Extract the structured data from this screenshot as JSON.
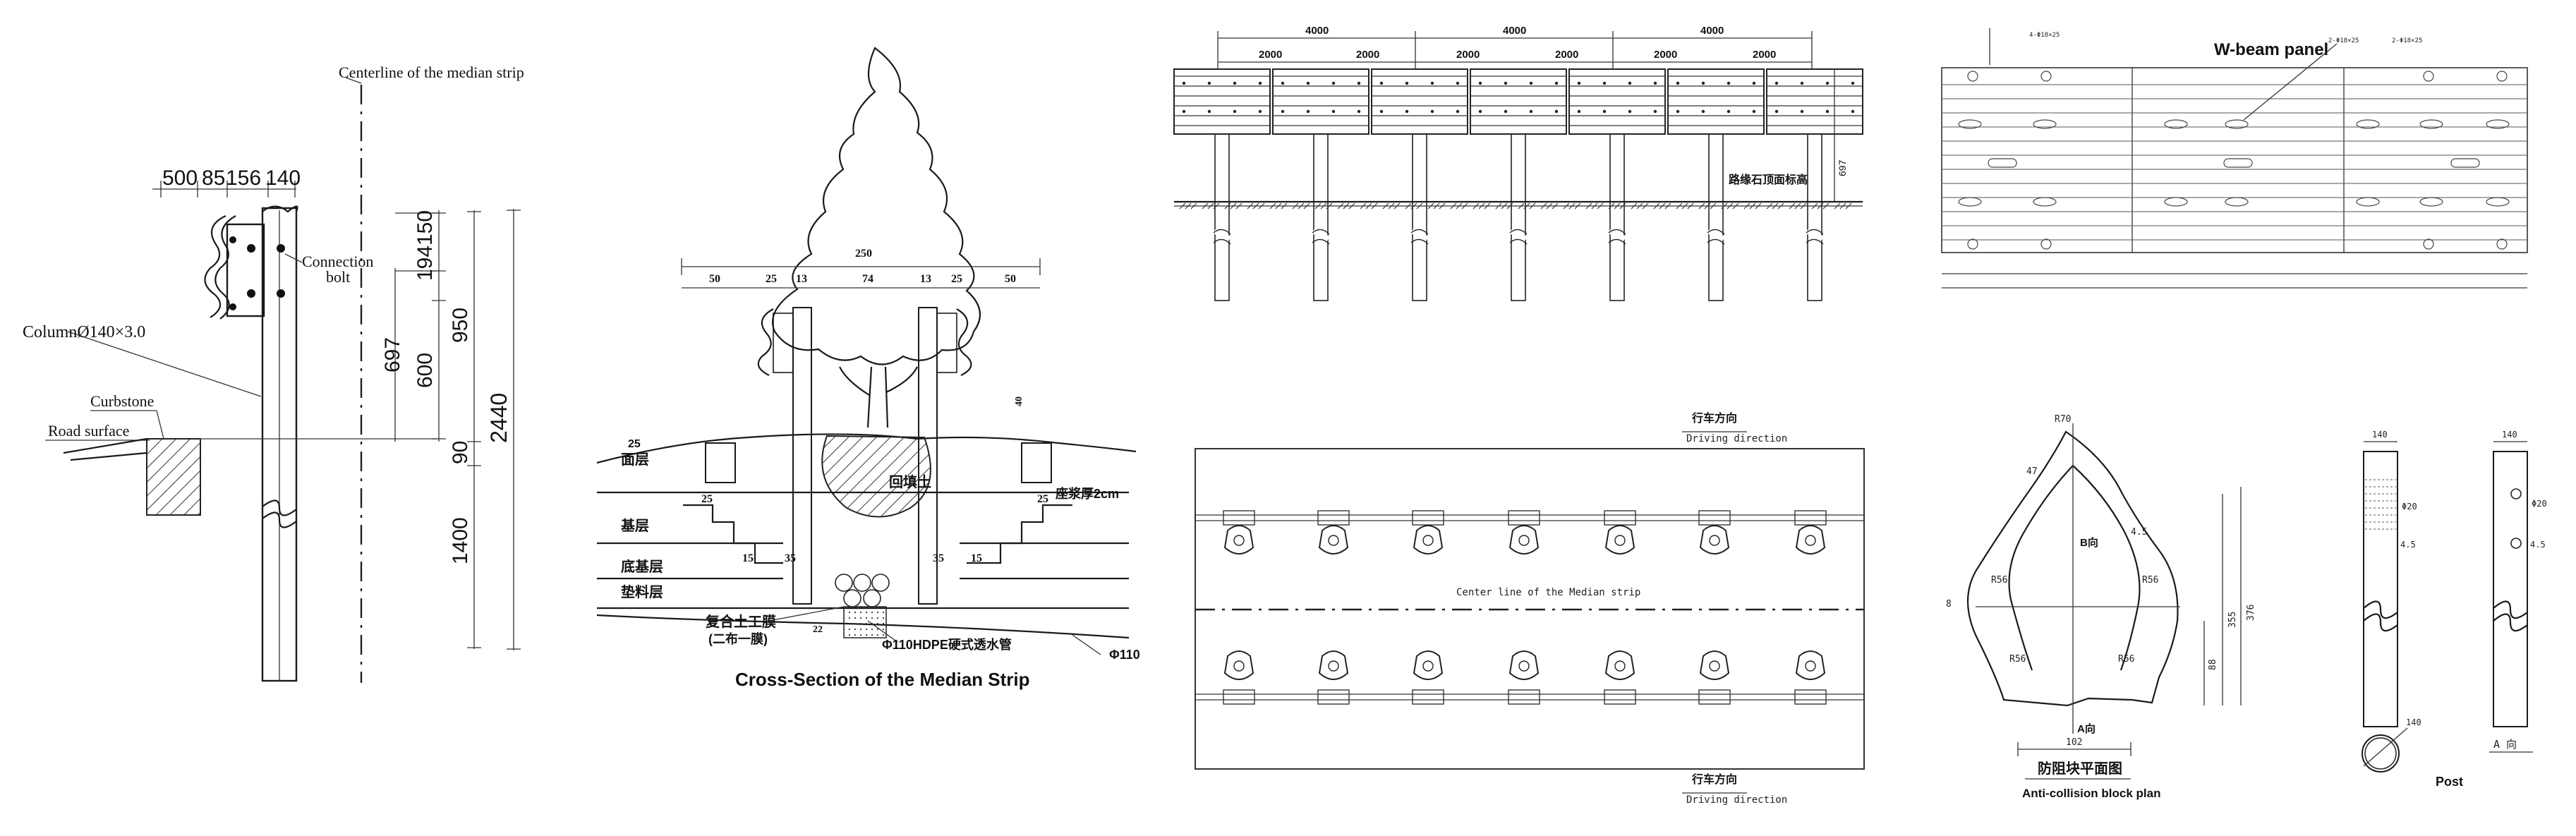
{
  "panel1": {
    "centerline_label": "Centerline of the median strip",
    "dim_top": [
      "500",
      "85",
      "156",
      "140"
    ],
    "connection_bolt": [
      "Connection",
      "bolt"
    ],
    "column_label": "ColumnØ140×3.0",
    "curbstone": "Curbstone",
    "road_surface": "Road surface",
    "dim_697": "697",
    "dim_150": "150",
    "dim_194": "194",
    "dim_600": "600",
    "dim_90": "90",
    "dim_1400": "1400",
    "dim_950": "950",
    "dim_2440": "2440"
  },
  "panel2": {
    "dim_250": "250",
    "dims_row": [
      "50",
      "25",
      "13",
      "74",
      "13",
      "25",
      "50"
    ],
    "layers": [
      "面层",
      "基层",
      "底基层",
      "垫料层"
    ],
    "fill_soil": "回填土",
    "geotextile": [
      "复合土工膜",
      "(二布一膜)"
    ],
    "drain_pipe": "Φ110HDPE硬式透水管",
    "phi110": "Φ110",
    "mortar": "座浆厚2cm",
    "dim_25": "25",
    "dim_15": "15",
    "dim_35": "35",
    "dim_40": "40",
    "dim_22": "22",
    "caption": "Cross-Section of the  Median Strip"
  },
  "panel3": {
    "dims_4000": [
      "4000",
      "4000",
      "4000"
    ],
    "dims_2000": [
      "2000",
      "2000",
      "2000",
      "2000",
      "2000",
      "2000"
    ],
    "curb_note": "路缘石顶面标高",
    "dim_697": "697"
  },
  "panel4": {
    "title": "W-beam panel",
    "small_labels": [
      "4-Φ18×25",
      "2-Φ18×25",
      "2-Φ18×25"
    ]
  },
  "panel5": {
    "driving_cn": "行车方向",
    "driving_en": "Driving direction",
    "centerline": "Center line of the Median strip"
  },
  "panel6": {
    "dims": [
      "R70",
      "47",
      "4.5",
      "R56",
      "R56",
      "R56",
      "R56",
      "8",
      "102",
      "355",
      "376",
      "88"
    ],
    "direction": "B向",
    "direction_a": "A向",
    "title_cn": "防阻块平面图",
    "title_en": "Anti-collision block plan"
  },
  "panel7": {
    "dims": [
      "140",
      "140",
      "Φ20",
      "Φ20",
      "4.5",
      "4.5",
      "140"
    ],
    "view_a": "A 向",
    "title": "Post"
  }
}
